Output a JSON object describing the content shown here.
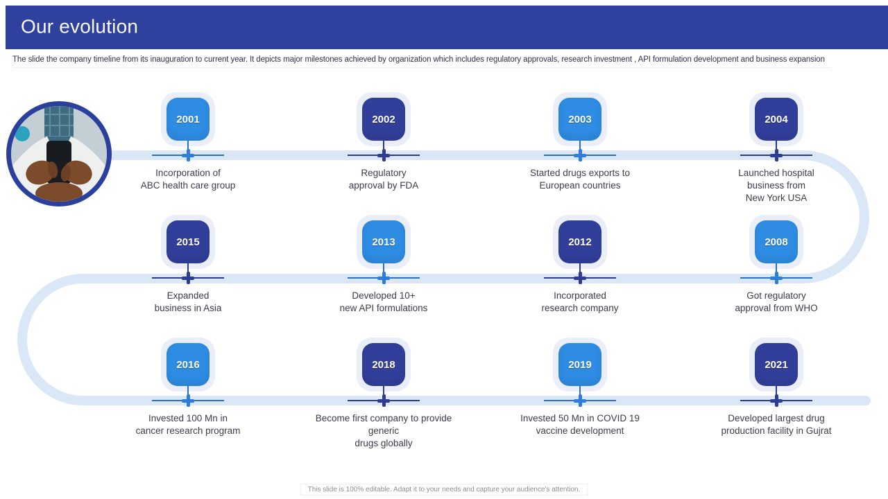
{
  "header": {
    "title": "Our evolution"
  },
  "subtitle": "The slide the company timeline from its inauguration to current year. It depicts major milestones achieved by organization which includes regulatory approvals, research investment , API formulation development and business expansion",
  "footer": "This slide is 100% editable. Adapt it to your needs and capture your audience's attention.",
  "hero_image": {
    "name": "doctor-holding-smartphone-photo"
  },
  "colors": {
    "header_bg": "#2e419e",
    "badge_light_blue": "#2e8ce3",
    "badge_dark_blue": "#323f9a",
    "timeline_track": "#dae7f7",
    "badge_halo": "#eaeef8",
    "description_text": "#3c3c4c",
    "photo_ring": "#2b3f9d"
  },
  "timeline": {
    "items": [
      {
        "year": "2001",
        "variant": "light",
        "description": "Incorporation of\nABC health care group"
      },
      {
        "year": "2002",
        "variant": "dark",
        "description": "Regulatory\napproval by FDA"
      },
      {
        "year": "2003",
        "variant": "light",
        "description": "Started drugs exports to\nEuropean countries"
      },
      {
        "year": "2004",
        "variant": "dark",
        "description": "Launched hospital\nbusiness from\nNew York USA"
      },
      {
        "year": "2015",
        "variant": "dark",
        "description": "Expanded\nbusiness in Asia"
      },
      {
        "year": "2013",
        "variant": "light",
        "description": "Developed 10+\nnew API formulations"
      },
      {
        "year": "2012",
        "variant": "dark",
        "description": "Incorporated\nresearch company"
      },
      {
        "year": "2008",
        "variant": "light",
        "description": "Got regulatory\napproval from WHO"
      },
      {
        "year": "2016",
        "variant": "light",
        "description": "Invested 100 Mn in\ncancer research program"
      },
      {
        "year": "2018",
        "variant": "dark",
        "description": "Become first company to provide\ngeneric\ndrugs globally"
      },
      {
        "year": "2019",
        "variant": "light",
        "description": "Invested 50 Mn in COVID 19\nvaccine development"
      },
      {
        "year": "2021",
        "variant": "dark",
        "description": "Developed largest drug\nproduction facility in Gujrat"
      }
    ]
  }
}
